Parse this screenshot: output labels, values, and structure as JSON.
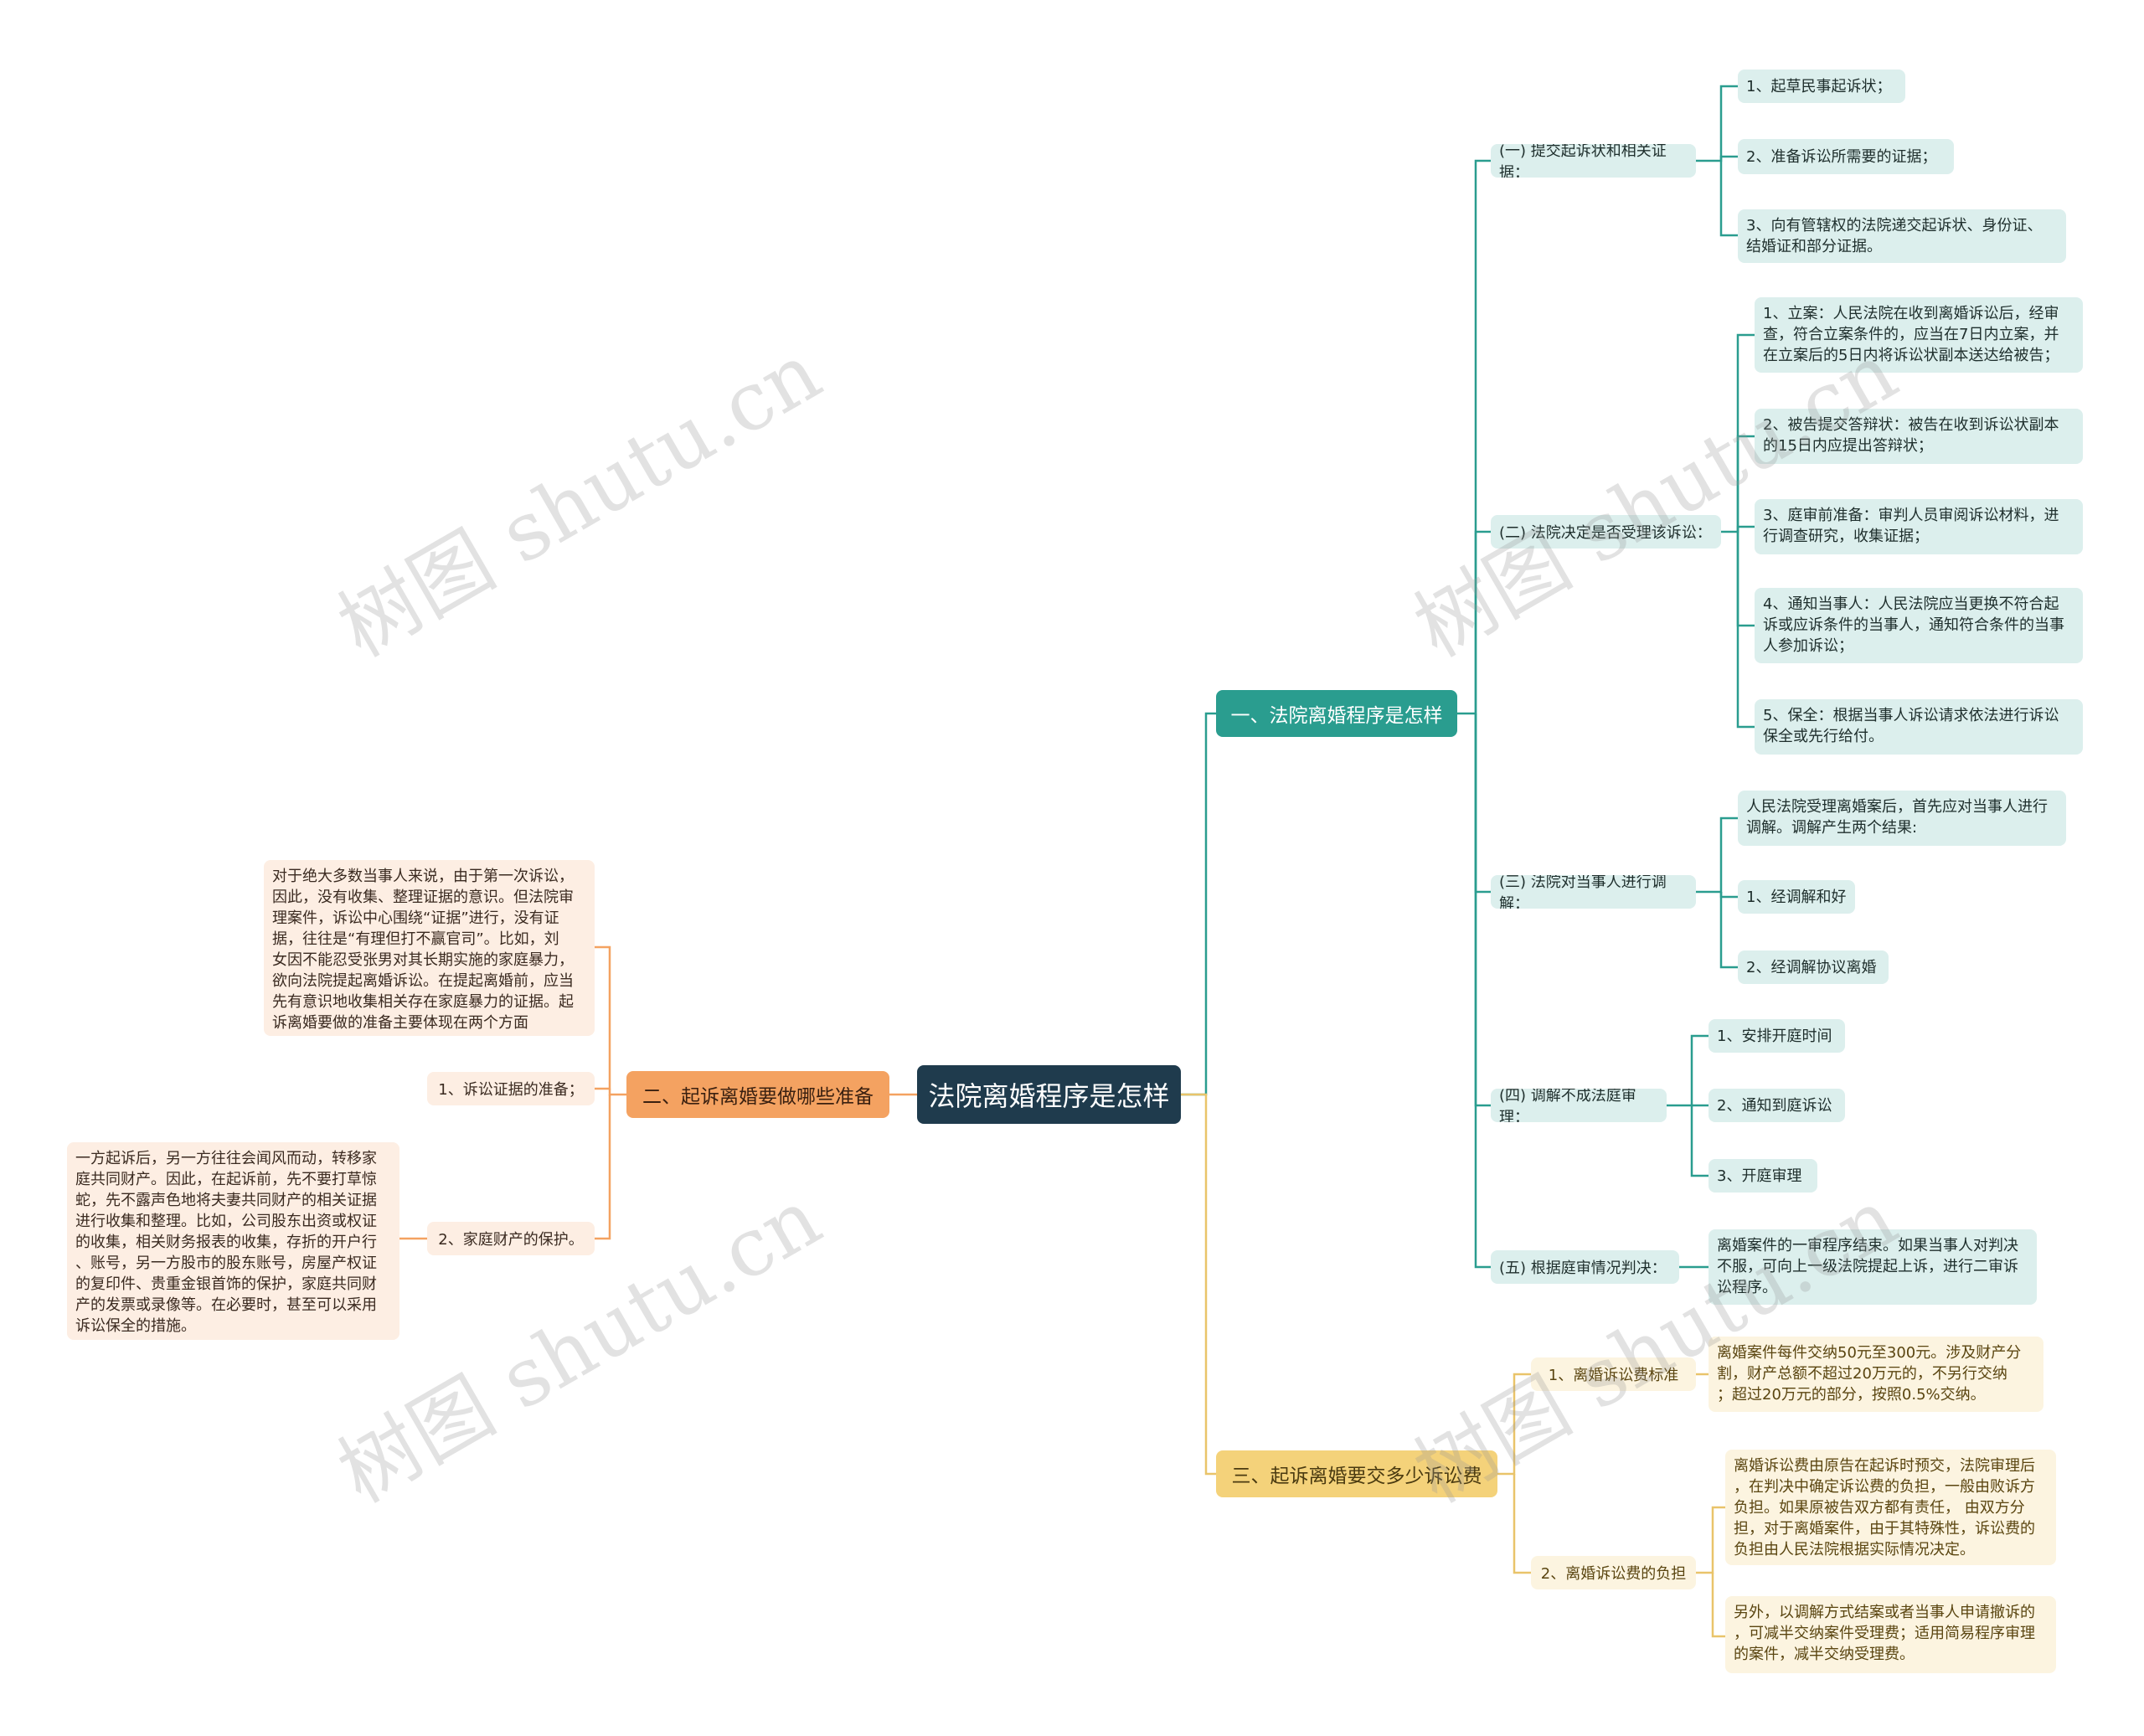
{
  "root": "法院离婚程序是怎样",
  "branch1": {
    "label": "一、法院离婚程序是怎样",
    "steps": [
      {
        "label": "(一) 提交起诉状和相关证据：",
        "items": [
          "1、起草民事起诉状；",
          "2、准备诉讼所需要的证据；",
          "3、向有管辖权的法院递交起诉状、身份证、\n结婚证和部分证据。"
        ]
      },
      {
        "label": "(二) 法院决定是否受理该诉讼：",
        "items": [
          "1、立案：人民法院在收到离婚诉讼后，经审\n查，符合立案条件的，应当在7日内立案，并\n在立案后的5日内将诉讼状副本送达给被告；",
          "2、被告提交答辩状：被告在收到诉讼状副本\n的15日内应提出答辩状；",
          "3、庭审前准备：审判人员审阅诉讼材料，进\n行调查研究，收集证据；",
          "4、通知当事人：人民法院应当更换不符合起\n诉或应诉条件的当事人，通知符合条件的当事\n人参加诉讼；",
          "5、保全：根据当事人诉讼请求依法进行诉讼\n保全或先行给付。"
        ]
      },
      {
        "label": "(三) 法院对当事人进行调解：",
        "items": [
          "人民法院受理离婚案后，首先应对当事人进行\n调解。调解产生两个结果:",
          "1、经调解和好",
          "2、经调解协议离婚"
        ]
      },
      {
        "label": "(四) 调解不成法庭审理：",
        "items": [
          "1、安排开庭时间",
          "2、通知到庭诉讼",
          "3、开庭审理"
        ]
      },
      {
        "label": "(五) 根据庭审情况判决：",
        "items": [
          "离婚案件的一审程序结束。如果当事人对判决\n不服，可向上一级法院提起上诉，进行二审诉\n讼程序。"
        ]
      }
    ]
  },
  "branch2": {
    "label": "二、起诉离婚要做哪些准备",
    "items": [
      {
        "label": "1、诉讼证据的准备；",
        "detail": "对于绝大多数当事人来说，由于第一次诉讼，\n因此，没有收集、整理证据的意识。但法院审\n理案件，诉讼中心围绕“证据”进行，没有证\n据，往往是“有理但打不赢官司”。比如，刘\n女因不能忍受张男对其长期实施的家庭暴力，\n欲向法院提起离婚诉讼。在提起离婚前，应当\n先有意识地收集相关存在家庭暴力的证据。起\n诉离婚要做的准备主要体现在两个方面"
      },
      {
        "label": "2、家庭财产的保护。",
        "detail": "一方起诉后，另一方往往会闻风而动，转移家\n庭共同财产。因此，在起诉前，先不要打草惊\n蛇，先不露声色地将夫妻共同财产的相关证据\n进行收集和整理。比如，公司股东出资或权证\n的收集，相关财务报表的收集，存折的开户行\n、账号，另一方股市的股东账号，房屋产权证\n的复印件、贵重金银首饰的保护，家庭共同财\n产的发票或录像等。在必要时，甚至可以采用\n诉讼保全的措施。"
      }
    ]
  },
  "branch3": {
    "label": "三、起诉离婚要交多少诉讼费",
    "items": [
      {
        "label": "1、离婚诉讼费标准",
        "details": [
          "离婚案件每件交纳50元至300元。涉及财产分\n割，财产总额不超过20万元的，不另行交纳\n；超过20万元的部分，按照0.5%交纳。"
        ]
      },
      {
        "label": "2、离婚诉讼费的负担",
        "details": [
          "离婚诉讼费由原告在起诉时预交，法院审理后\n，在判决中确定诉讼费的负担，一般由败诉方\n负担。如果原被告双方都有责任， 由双方分\n担，对于离婚案件，由于其特殊性，诉讼费的\n负担由人民法院根据实际情况决定。",
          "另外，以调解方式结案或者当事人申请撤诉的\n，可减半交纳案件受理费；适用简易程序审理\n的案件，减半交纳受理费。"
        ]
      }
    ]
  },
  "watermark": "树图 shutu.cn",
  "colors": {
    "teal": "#2a9d8f",
    "orange": "#f4a261",
    "yellow": "#e9c46a",
    "root": "#1f3b4d"
  }
}
